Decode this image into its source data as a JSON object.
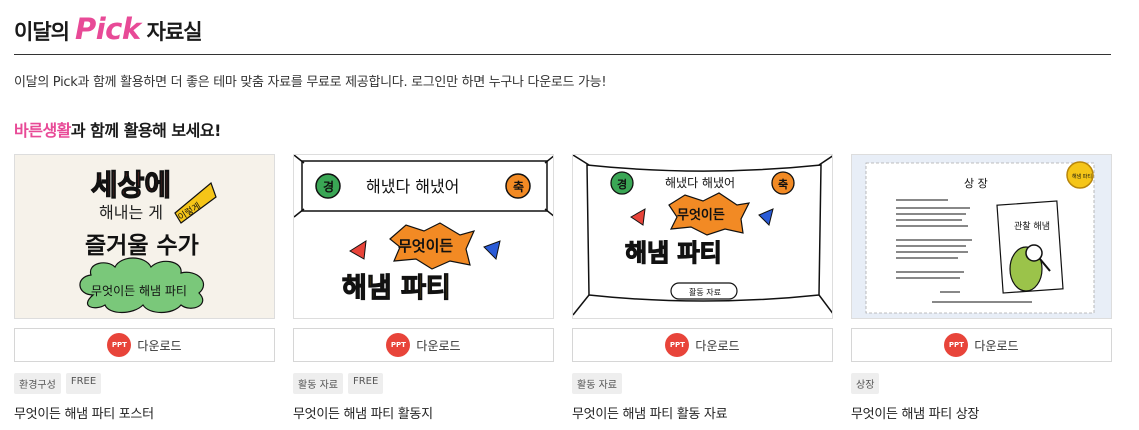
{
  "header": {
    "prefix": "이달의",
    "pick": "Pick",
    "suffix": "자료실"
  },
  "description": "이달의 Pick과 함께 활용하면 더 좋은 테마 맞춤 자료를 무료로 제공합니다. 로그인만 하면 누구나 다운로드 가능!",
  "subhead": {
    "accent": "바른생활",
    "rest": "과 함께 활용해 보세요!"
  },
  "cards": [
    {
      "tags": [
        "환경구성",
        "FREE"
      ],
      "title": "무엇이든 해냄 파티 포스터",
      "download_label": "다운로드",
      "ppt": "PPT",
      "art": {
        "line1": "세상에",
        "line2": "해내는 게",
        "tilted": "이렇게",
        "line3": "즐거울 수가",
        "cloud": "무엇이든 해냄 파티"
      }
    },
    {
      "tags": [
        "활동 자료",
        "FREE"
      ],
      "title": "무엇이든 해냄 파티 활동지",
      "download_label": "다운로드",
      "ppt": "PPT",
      "art": {
        "left": "경",
        "right": "축",
        "banner": "해냈다 해냈어",
        "center": "무엇이든",
        "big": "해냄 파티"
      }
    },
    {
      "tags": [
        "활동 자료"
      ],
      "title": "무엇이든 해냄 파티 활동 자료",
      "download_label": "다운로드",
      "ppt": "PPT",
      "art": {
        "left": "경",
        "right": "축",
        "banner": "해냈다 해냈어",
        "center": "무엇이든",
        "big": "해냄 파티",
        "button": "활동 자료"
      }
    },
    {
      "tags": [
        "상장"
      ],
      "title": "무엇이든 해냄 파티 상장",
      "download_label": "다운로드",
      "ppt": "PPT",
      "art": {
        "heading": "상 장",
        "sign": "관찰 해냄",
        "seal": "해냄 파티"
      }
    }
  ]
}
